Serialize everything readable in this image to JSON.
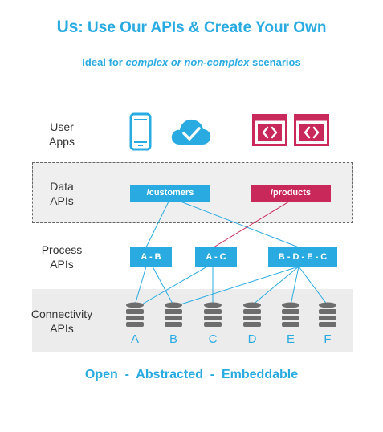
{
  "title": {
    "prefix": "Us",
    "rest": ": Use Our APIs & Create Your Own"
  },
  "subtitle": {
    "before": "Ideal for ",
    "emph": "complex or non-complex",
    "after": " scenarios"
  },
  "layers": {
    "user_apps": [
      "User",
      "Apps"
    ],
    "data_apis": [
      "Data",
      "APIs"
    ],
    "process_apis": [
      "Process",
      "APIs"
    ],
    "connectivity_apis": [
      "Connectivity",
      "APIs"
    ]
  },
  "data_apis": {
    "customers": "/customers",
    "products": "/products"
  },
  "process_apis": {
    "ab": "A - B",
    "ac": "A - C",
    "bdec": "B - D - E - C"
  },
  "databases": [
    "A",
    "B",
    "C",
    "D",
    "E",
    "F"
  ],
  "footer": [
    "Open",
    "-",
    "Abstracted",
    "-",
    "Embeddable"
  ],
  "icons": [
    "smartphone-icon",
    "cloud-check-icon",
    "code-window-icon",
    "code-window-icon"
  ],
  "colors": {
    "blue": "#29ABE2",
    "red": "#C8285A",
    "db_gray": "#6d6d6d"
  }
}
